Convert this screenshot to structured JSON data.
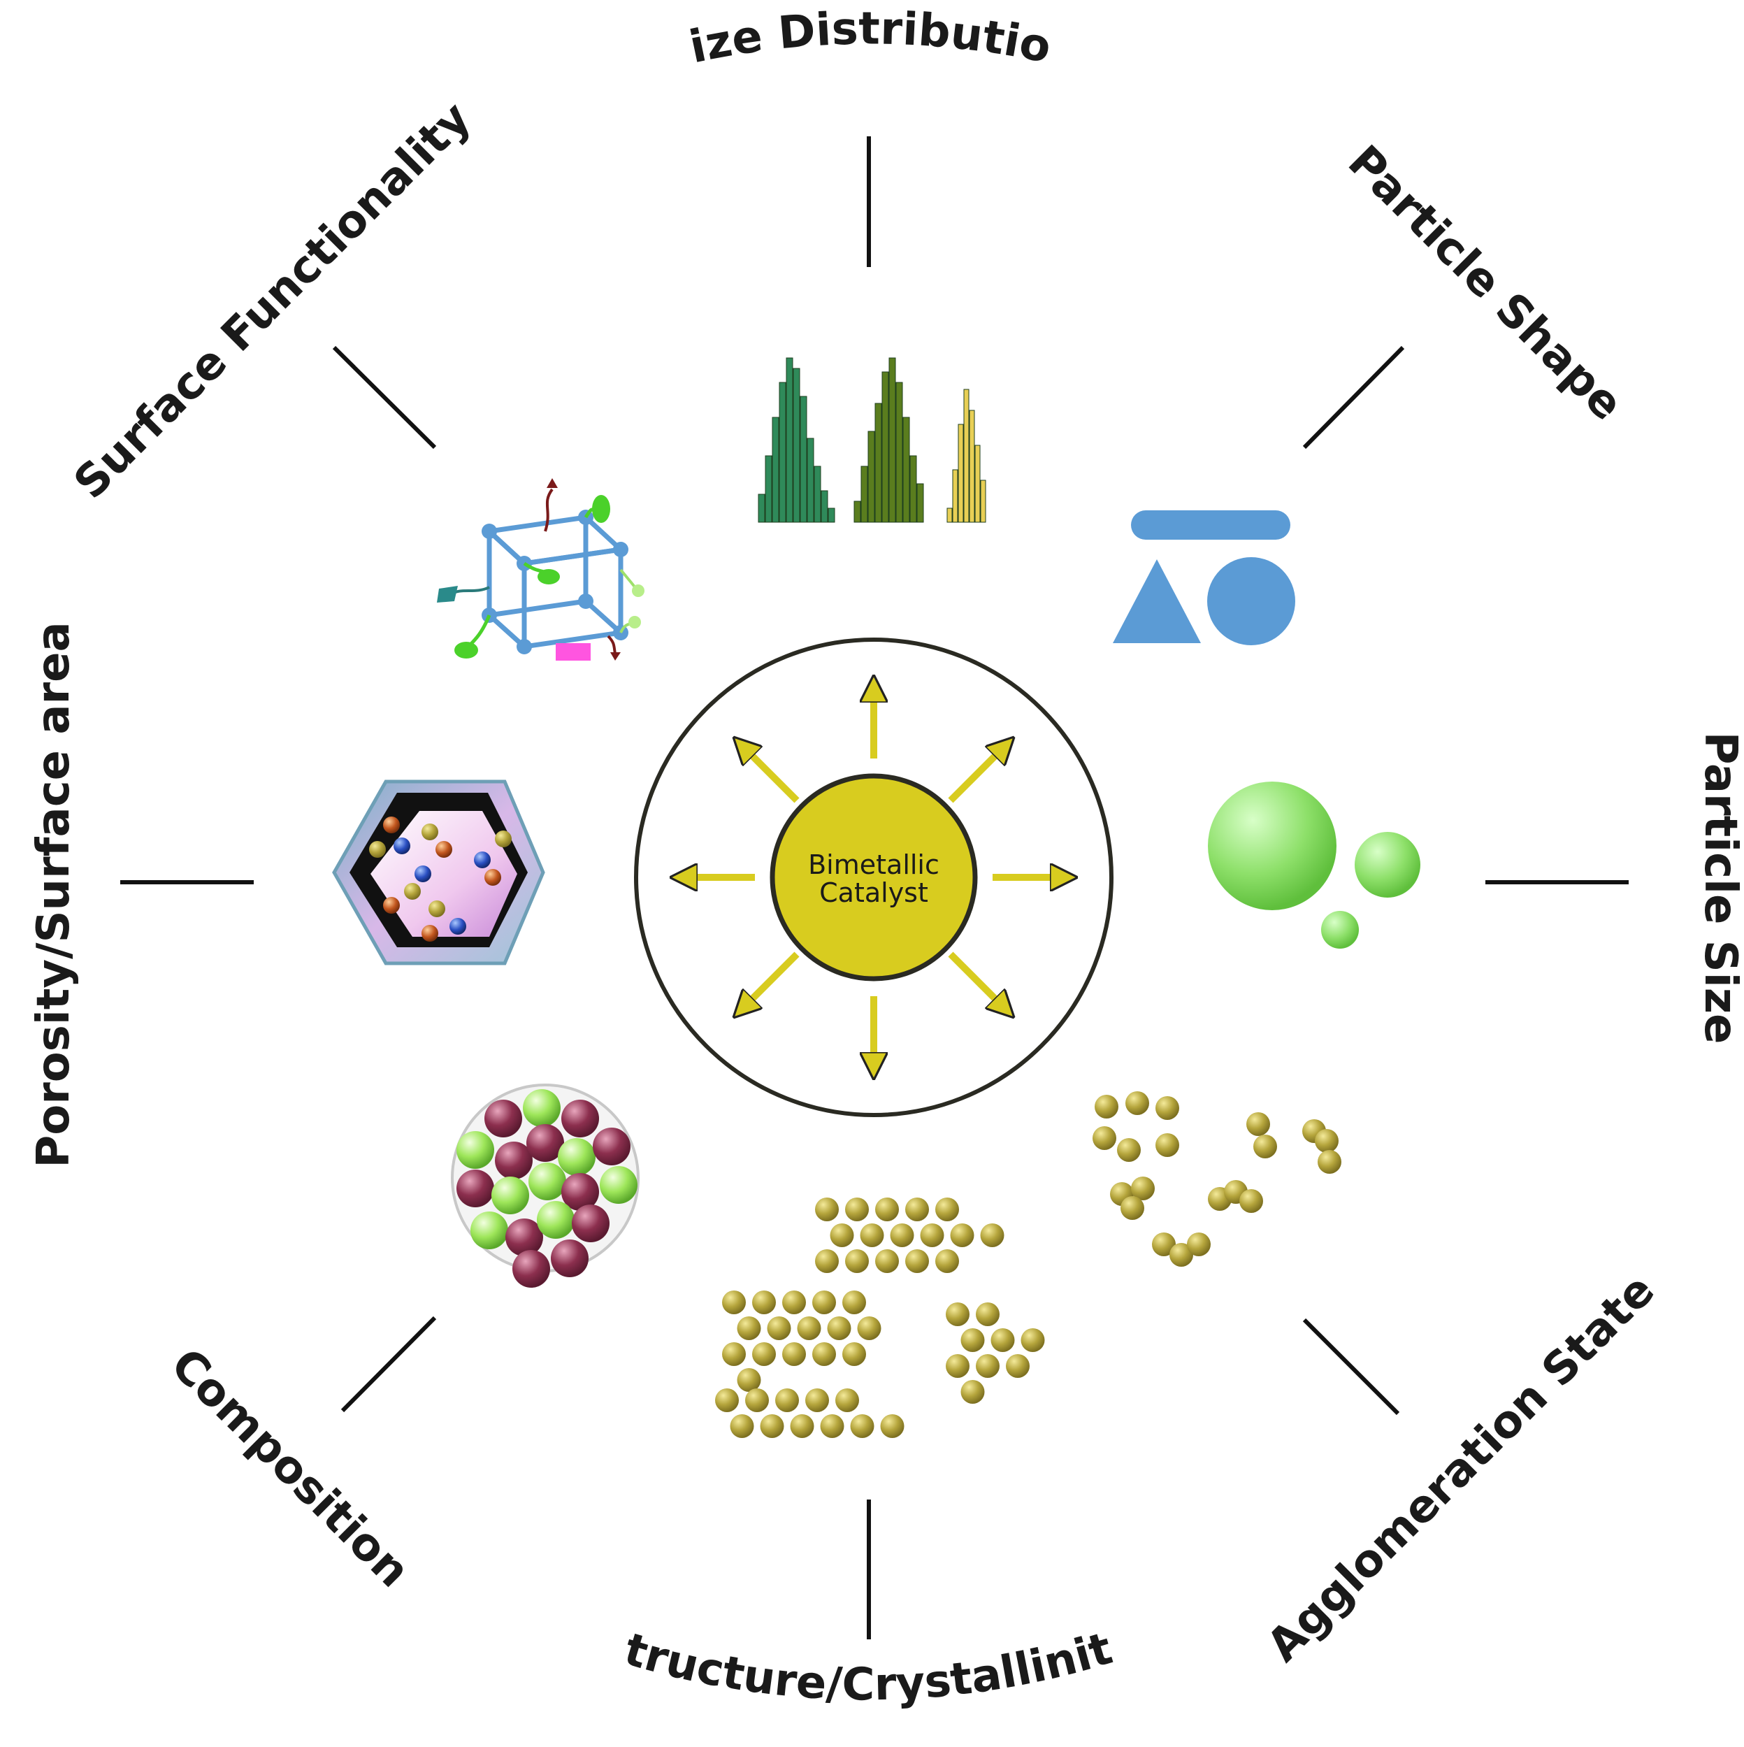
{
  "center": {
    "line1": "Bimetallic",
    "line2": "Catalyst"
  },
  "labels": {
    "size_distribution": "Size Distribution",
    "particle_shape": "Particle Shape",
    "particle_size": "Particle Size",
    "agglomeration_state": "Agglomeration State",
    "structure_crystallinity": "Structure/Crystallinity",
    "composition": "Composition",
    "porosity_surface_area": "Porosity/Surface area",
    "surface_functionality": "Surface Functionality"
  },
  "colors": {
    "core": "#d8cc1f",
    "arrow": "#d8cc1f",
    "shape_blue": "#5b9bd5",
    "sphere_green": "#8ee06a",
    "gold_ball": "#b5a53c",
    "maroon_ball": "#8c2f4e",
    "hist_dark_green": "#2f8a5a",
    "hist_olive": "#5a7d1e",
    "hist_yellow": "#e8cf55"
  },
  "icons": {
    "size_distribution": "histogram-icon",
    "particle_shape": "shapes-icon",
    "particle_size": "spheres-icon",
    "agglomeration_state": "agglomerate-icon",
    "structure_crystallinity": "lattice-icon",
    "composition": "alloy-sphere-icon",
    "porosity_surface_area": "porous-hexagon-icon",
    "surface_functionality": "functionalized-cube-icon"
  }
}
